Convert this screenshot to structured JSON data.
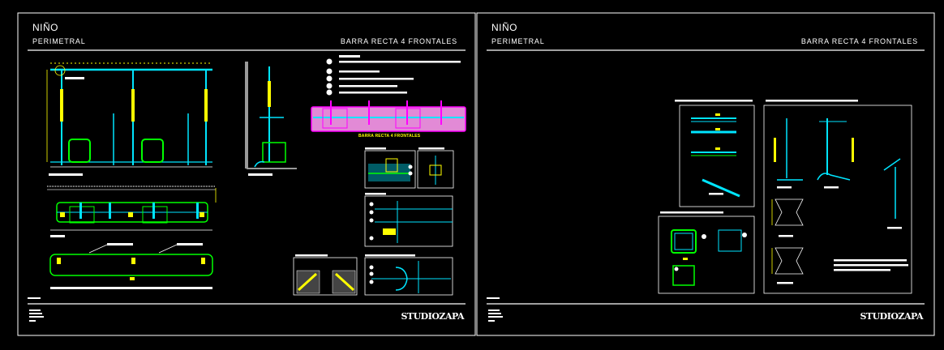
{
  "sheets": [
    {
      "title": "NIÑO",
      "subtitle": "PERIMETRAL",
      "product": "BARRA RECTA 4 FRONTALES",
      "logo": "STUDIOZAPA",
      "band_label": "BARRA RECTA 4 FRONTALES"
    },
    {
      "title": "NIÑO",
      "subtitle": "PERIMETRAL",
      "product": "BARRA RECTA 4 FRONTALES",
      "logo": "STUDIOZAPA"
    }
  ],
  "colors": {
    "background": "#000000",
    "frame": "#ffffff",
    "cyan": "#00e5ff",
    "green": "#00ff00",
    "yellow": "#ffff00",
    "magenta": "#ff00ff",
    "band_fill": "#e28ad6",
    "grey": "#9a9a9a"
  }
}
